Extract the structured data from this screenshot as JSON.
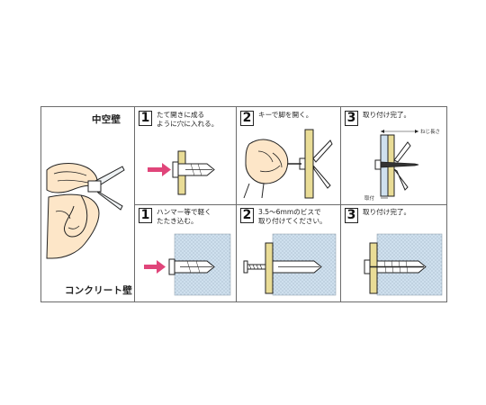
{
  "sections": {
    "hollow": "中空壁",
    "concrete": "コンクリート壁"
  },
  "steps": {
    "hollow": [
      {
        "num": "1",
        "text": "たて開きに成る\nように穴に入れる。"
      },
      {
        "num": "2",
        "text": "キーで脚を開く。"
      },
      {
        "num": "3",
        "text": "取り付け完了。"
      }
    ],
    "concrete": [
      {
        "num": "1",
        "text": "ハンマー等で軽く\nたたき込む。"
      },
      {
        "num": "2",
        "text": "3.5～6mmのビスで\n取り付けてください。"
      },
      {
        "num": "3",
        "text": "取り付け完了。"
      }
    ]
  },
  "labels": {
    "screw_length": "ねじ長さ",
    "fixture": "取付"
  },
  "colors": {
    "arrow": "#e0457a",
    "wood": "#e9dc96",
    "concrete": "#cfe0ee",
    "skin": "#fde6c8",
    "border": "#6b6b6b"
  }
}
